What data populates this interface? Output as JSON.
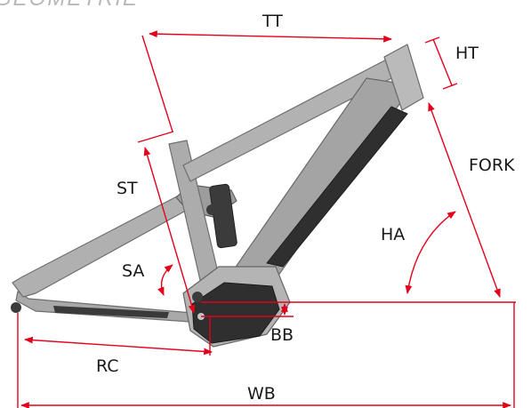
{
  "diagram": {
    "title": "GEOMETRIE",
    "labels": {
      "tt": "TT",
      "ht": "HT",
      "fork": "FORK",
      "st": "ST",
      "ha": "HA",
      "sa": "SA",
      "bb": "BB",
      "rc": "RC",
      "wb": "WB"
    }
  },
  "colors": {
    "dimension_line": "#e3001b",
    "label_text": "#1a1a1a",
    "title_text": "#b8b8b8",
    "frame_fill": "#a9a9a9",
    "frame_stroke": "#6f6f6f",
    "frame_dark": "#2f2f2f",
    "frame_light": "#c4c4c4"
  }
}
